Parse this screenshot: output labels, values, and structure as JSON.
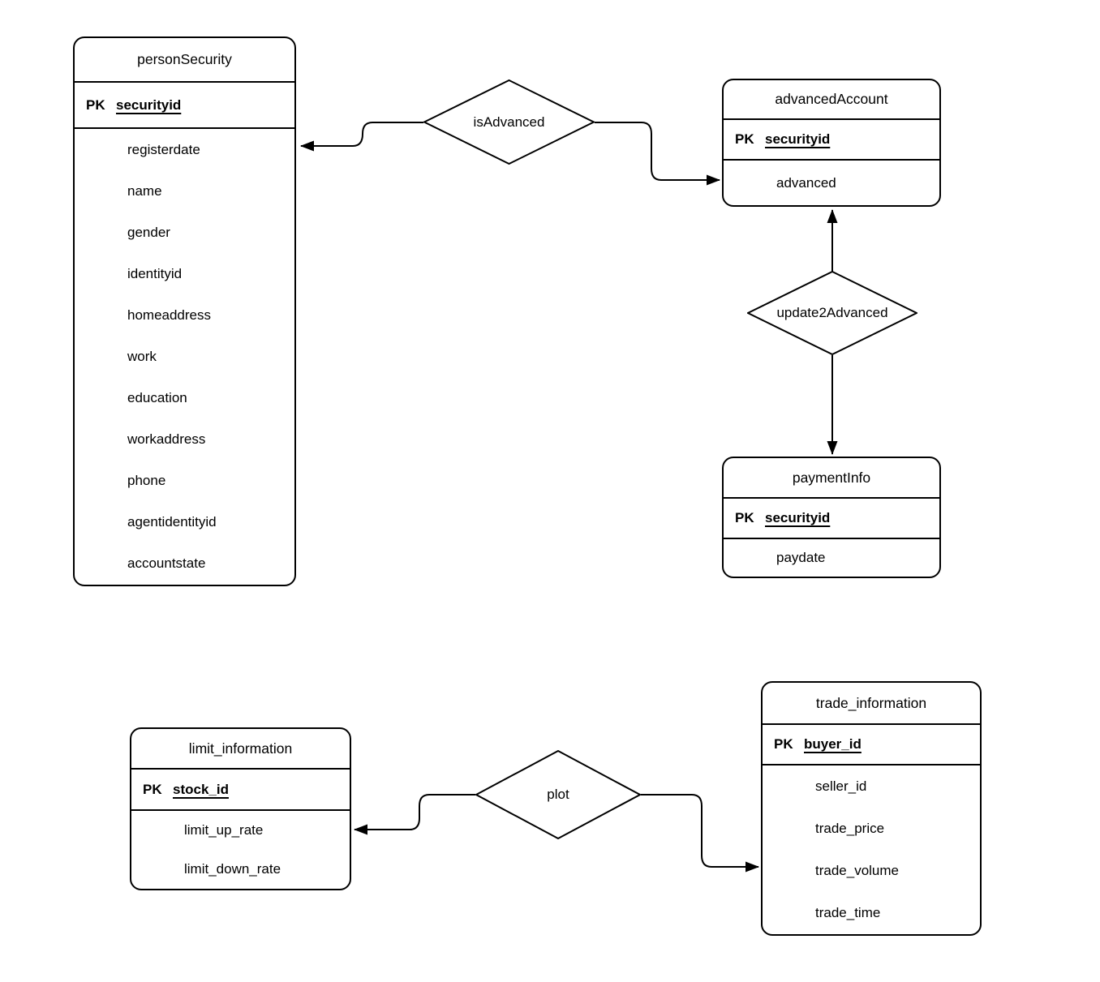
{
  "canvas": {
    "background_color": "#ffffff",
    "line_color": "#000000",
    "text_color": "#000000"
  },
  "diagram_type": "entity-relationship",
  "entities": {
    "personSecurity": {
      "title": "personSecurity",
      "pk_label": "PK",
      "pk_field": "securityid",
      "attributes": [
        "registerdate",
        "name",
        "gender",
        "identityid",
        "homeaddress",
        "work",
        "education",
        "workaddress",
        "phone",
        "agentidentityid",
        "accountstate"
      ]
    },
    "advancedAccount": {
      "title": "advancedAccount",
      "pk_label": "PK",
      "pk_field": "securityid",
      "attributes": [
        "advanced"
      ]
    },
    "paymentInfo": {
      "title": "paymentInfo",
      "pk_label": "PK",
      "pk_field": "securityid",
      "attributes": [
        "paydate"
      ]
    },
    "limit_information": {
      "title": "limit_information",
      "pk_label": "PK",
      "pk_field": "stock_id",
      "attributes": [
        "limit_up_rate",
        "limit_down_rate"
      ]
    },
    "trade_information": {
      "title": "trade_information",
      "pk_label": "PK",
      "pk_field": "buyer_id",
      "attributes": [
        "seller_id",
        "trade_price",
        "trade_volume",
        "trade_time"
      ]
    }
  },
  "relationships": {
    "isAdvanced": {
      "label": "isAdvanced",
      "connects": "personSecurity - advancedAccount"
    },
    "update2Advanced": {
      "label": "update2Advanced",
      "connects": "advancedAccount - paymentInfo"
    },
    "plot": {
      "label": "plot",
      "connects": "limit_information - trade_information"
    }
  }
}
